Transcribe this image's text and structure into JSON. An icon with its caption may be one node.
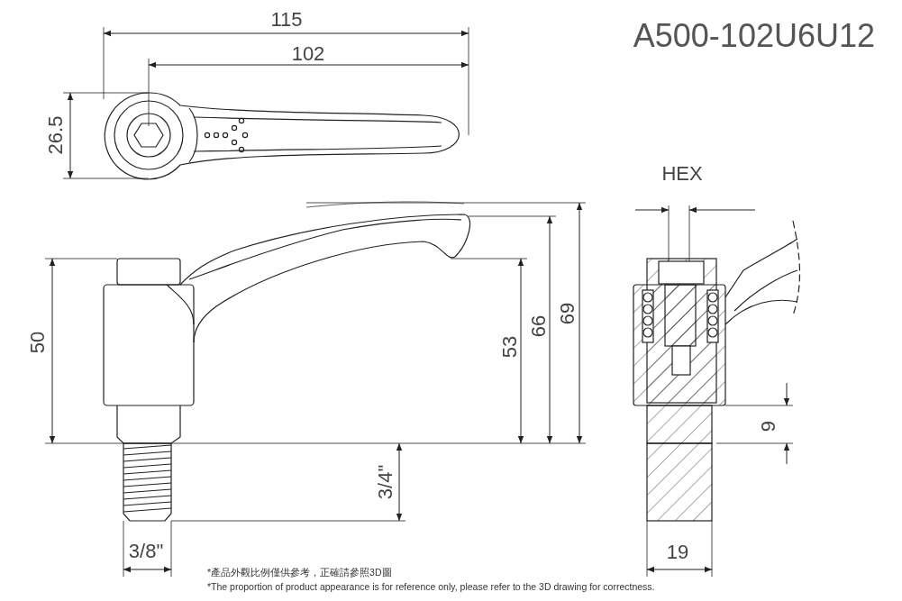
{
  "diagram": {
    "title": "A500-102U6U12",
    "labels": [
      "115",
      "102",
      "26.5",
      "50",
      "53",
      "66",
      "69",
      "3/4\"",
      "3/8\"",
      "HEX",
      "9",
      "19",
      "*產品外觀比例僅供參考，正確請參照3D圖",
      "*The proportion of product appearance is for reference only, please refer to the 3D drawing for correctness."
    ]
  }
}
